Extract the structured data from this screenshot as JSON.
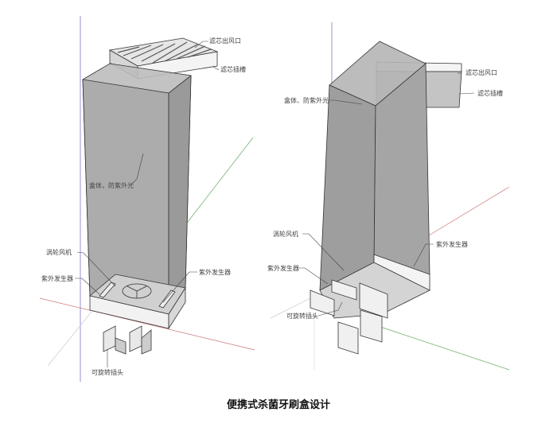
{
  "title": "便携式杀菌牙刷盒设计",
  "left_view": {
    "labels": {
      "outlet": "滤芯出风口",
      "slot": "滤芯插槽",
      "body": "盒体，防紫外光",
      "fan": "涡轮风机",
      "uv_left": "紫外发生器",
      "uv_right": "紫外发生器",
      "plug": "可旋转插头"
    }
  },
  "right_view": {
    "labels": {
      "outlet": "滤芯出风口",
      "slot": "滤芯插槽",
      "body": "盒体、防紫外光",
      "fan": "涡轮风机",
      "uv_left": "紫外发生器",
      "uv_right": "紫外发生器",
      "plug": "可旋转插头"
    }
  },
  "colors": {
    "axis_blue": "#5555cc",
    "axis_red": "#cc6666",
    "axis_green": "#55aa55",
    "face": "#9a9a9a",
    "face_light": "#c8c8c8"
  }
}
